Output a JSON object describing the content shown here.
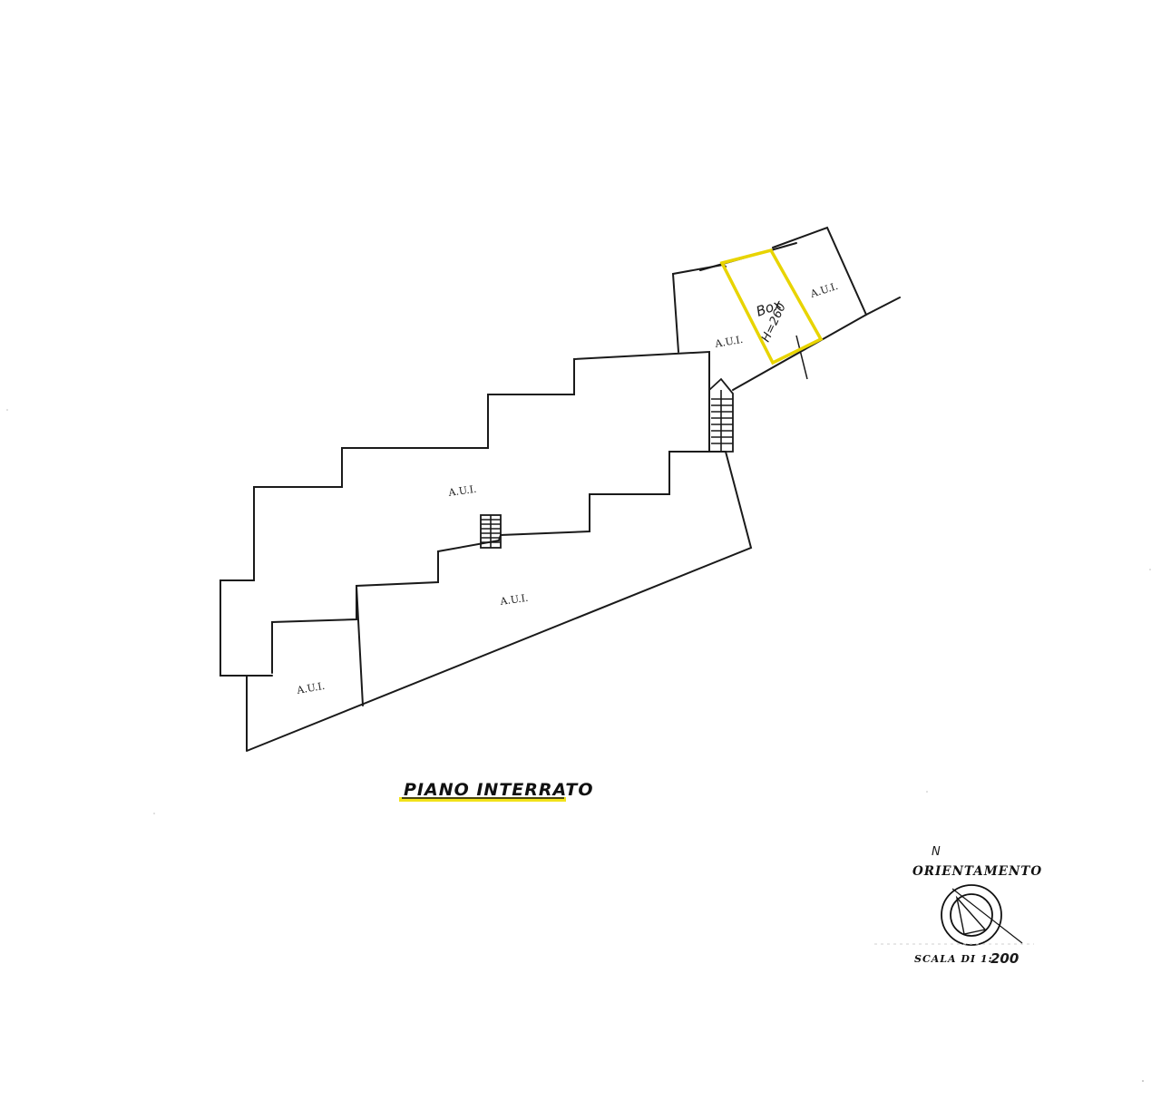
{
  "plan": {
    "title": "PIANO INTERRATO",
    "rooms": [
      {
        "id": "main-upper",
        "label": "A.U.I."
      },
      {
        "id": "main-lower",
        "label": "A.U.I."
      },
      {
        "id": "corner",
        "label": "A.U.I."
      },
      {
        "id": "right-left",
        "label": "A.U.I."
      },
      {
        "id": "right-right",
        "label": "A.U.I."
      }
    ],
    "box": {
      "label": "Box",
      "height_label": "H=260"
    }
  },
  "compass": {
    "north_label": "N",
    "title": "ORIENTAMENTO"
  },
  "scale": {
    "prefix": "SCALA DI 1:",
    "value": "200"
  },
  "colors": {
    "highlight": "#f2e21a",
    "box_outline": "#e8d400",
    "ink": "#1a1a1a"
  }
}
